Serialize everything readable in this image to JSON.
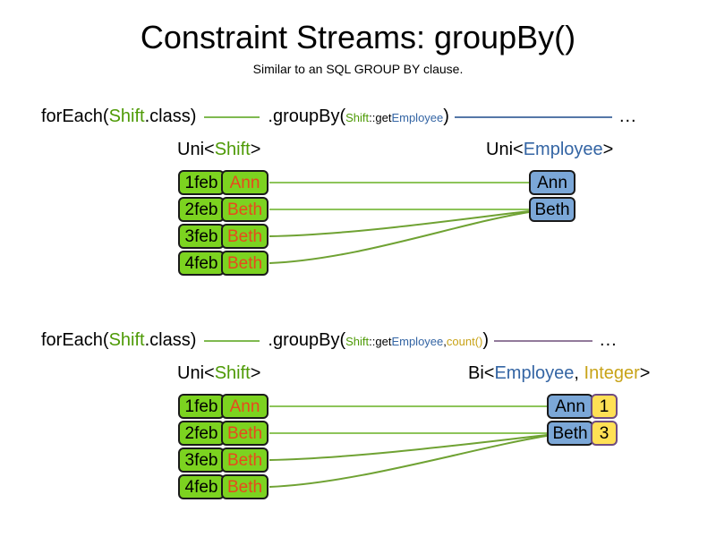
{
  "header": {
    "title": "Constraint Streams: groupBy()",
    "subtitle": "Similar to an SQL GROUP BY clause."
  },
  "colors": {
    "shift_green": "#7CD320",
    "employee_blue": "#7BA7D7",
    "count_yellow": "#FFE055",
    "token_green": "#4E9A06",
    "token_blue": "#3465A4",
    "token_gold": "#C8A318",
    "name_orange": "#E8491D",
    "link_green": "#7FB950",
    "line_blue": "#5577A8",
    "line_purple": "#927A9B"
  },
  "sections": [
    {
      "id": "section-groupby",
      "code": {
        "for_each_prefix": "forEach(",
        "for_each_type": "Shift",
        "for_each_suffix": ".class)",
        "group_by_prefix": ".groupBy(",
        "mapper_class": "Shift",
        "mapper_sep": "::get",
        "mapper_prop": "Employee",
        "group_by_suffix": ")",
        "ellipsis": "..."
      },
      "left_caption": {
        "prefix": "Uni<",
        "type": "Shift",
        "suffix": ">"
      },
      "right_caption": {
        "prefix": "Uni<",
        "type": "Employee",
        "suffix": ">"
      },
      "shifts": [
        {
          "date": "1feb",
          "name": "Ann"
        },
        {
          "date": "2feb",
          "name": "Beth"
        },
        {
          "date": "3feb",
          "name": "Beth"
        },
        {
          "date": "4feb",
          "name": "Beth"
        }
      ],
      "results": [
        {
          "employee": "Ann"
        },
        {
          "employee": "Beth"
        }
      ]
    },
    {
      "id": "section-groupby-count",
      "code": {
        "for_each_prefix": "forEach(",
        "for_each_type": "Shift",
        "for_each_suffix": ".class)",
        "group_by_prefix": ".groupBy(",
        "mapper_class": "Shift",
        "mapper_sep": "::get",
        "mapper_prop": "Employee",
        "mapper_comma": ", ",
        "collector": "count()",
        "group_by_suffix": ")",
        "ellipsis": "..."
      },
      "left_caption": {
        "prefix": "Uni<",
        "type": "Shift",
        "suffix": ">"
      },
      "right_caption": {
        "prefix": "Bi<",
        "type": "Employee",
        "mid": ", ",
        "type2": "Integer",
        "suffix": ">"
      },
      "shifts": [
        {
          "date": "1feb",
          "name": "Ann"
        },
        {
          "date": "2feb",
          "name": "Beth"
        },
        {
          "date": "3feb",
          "name": "Beth"
        },
        {
          "date": "4feb",
          "name": "Beth"
        }
      ],
      "results": [
        {
          "employee": "Ann",
          "count": "1"
        },
        {
          "employee": "Beth",
          "count": "3"
        }
      ]
    }
  ]
}
